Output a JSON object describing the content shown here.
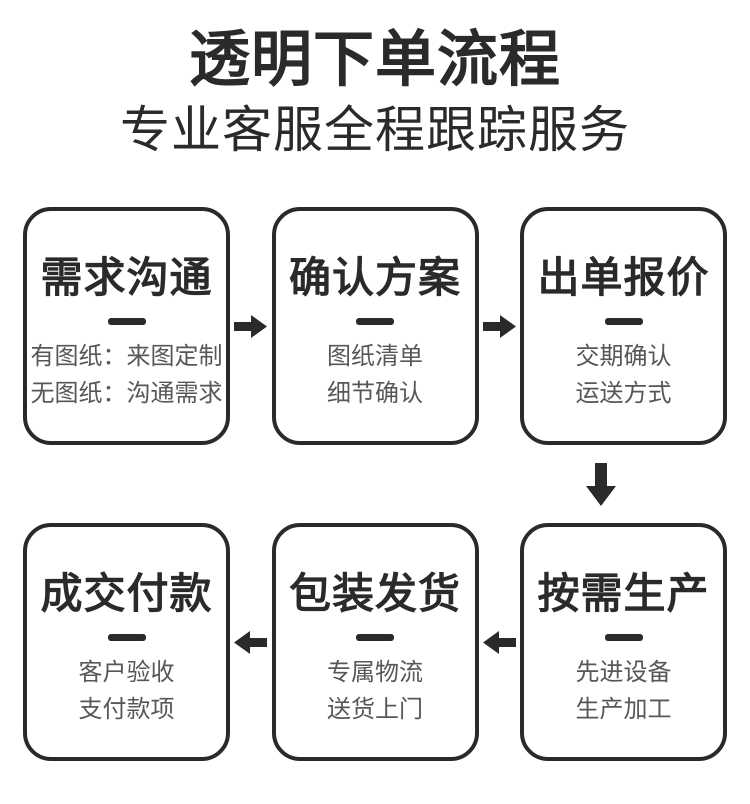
{
  "header": {
    "title": "透明下单流程",
    "subtitle": "专业客服全程跟踪服务"
  },
  "colors": {
    "ink": "#2a2a2a",
    "muted_text": "#575757",
    "background": "#ffffff"
  },
  "steps": [
    {
      "title": "需求沟通",
      "lines": [
        "有图纸：来图定制",
        "无图纸：沟通需求"
      ]
    },
    {
      "title": "确认方案",
      "lines": [
        "图纸清单",
        "细节确认"
      ]
    },
    {
      "title": "出单报价",
      "lines": [
        "交期确认",
        "运送方式"
      ]
    },
    {
      "title": "按需生产",
      "lines": [
        "先进设备",
        "生产加工"
      ]
    },
    {
      "title": "包装发货",
      "lines": [
        "专属物流",
        "送货上门"
      ]
    },
    {
      "title": "成交付款",
      "lines": [
        "客户验收",
        "支付款项"
      ]
    }
  ]
}
